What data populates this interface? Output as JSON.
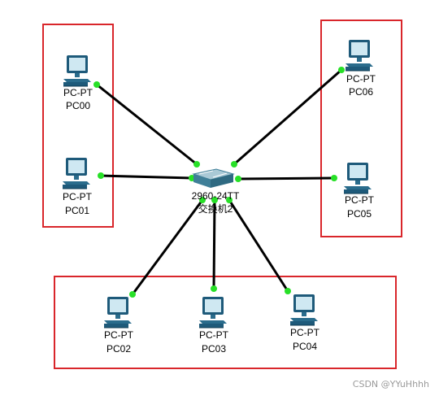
{
  "colors": {
    "group_border": "#d9262b",
    "link": "#000000",
    "port_up": "#27e027",
    "pc_body": "#1e5a7a",
    "pc_screen": "#cfe8f2",
    "switch_top": "#a9c9d6",
    "switch_side": "#3f7f98"
  },
  "switch": {
    "model": "2960-24TT",
    "name": "交换机2",
    "icon": "switch-icon"
  },
  "pcs": {
    "pc00": {
      "type": "PC-PT",
      "name": "PC00",
      "icon": "pc-icon"
    },
    "pc01": {
      "type": "PC-PT",
      "name": "PC01",
      "icon": "pc-icon"
    },
    "pc02": {
      "type": "PC-PT",
      "name": "PC02",
      "icon": "pc-icon"
    },
    "pc03": {
      "type": "PC-PT",
      "name": "PC03",
      "icon": "pc-icon"
    },
    "pc04": {
      "type": "PC-PT",
      "name": "PC04",
      "icon": "pc-icon"
    },
    "pc05": {
      "type": "PC-PT",
      "name": "PC05",
      "icon": "pc-icon"
    },
    "pc06": {
      "type": "PC-PT",
      "name": "PC06",
      "icon": "pc-icon"
    }
  },
  "watermark": "CSDN @YYuHhhh"
}
